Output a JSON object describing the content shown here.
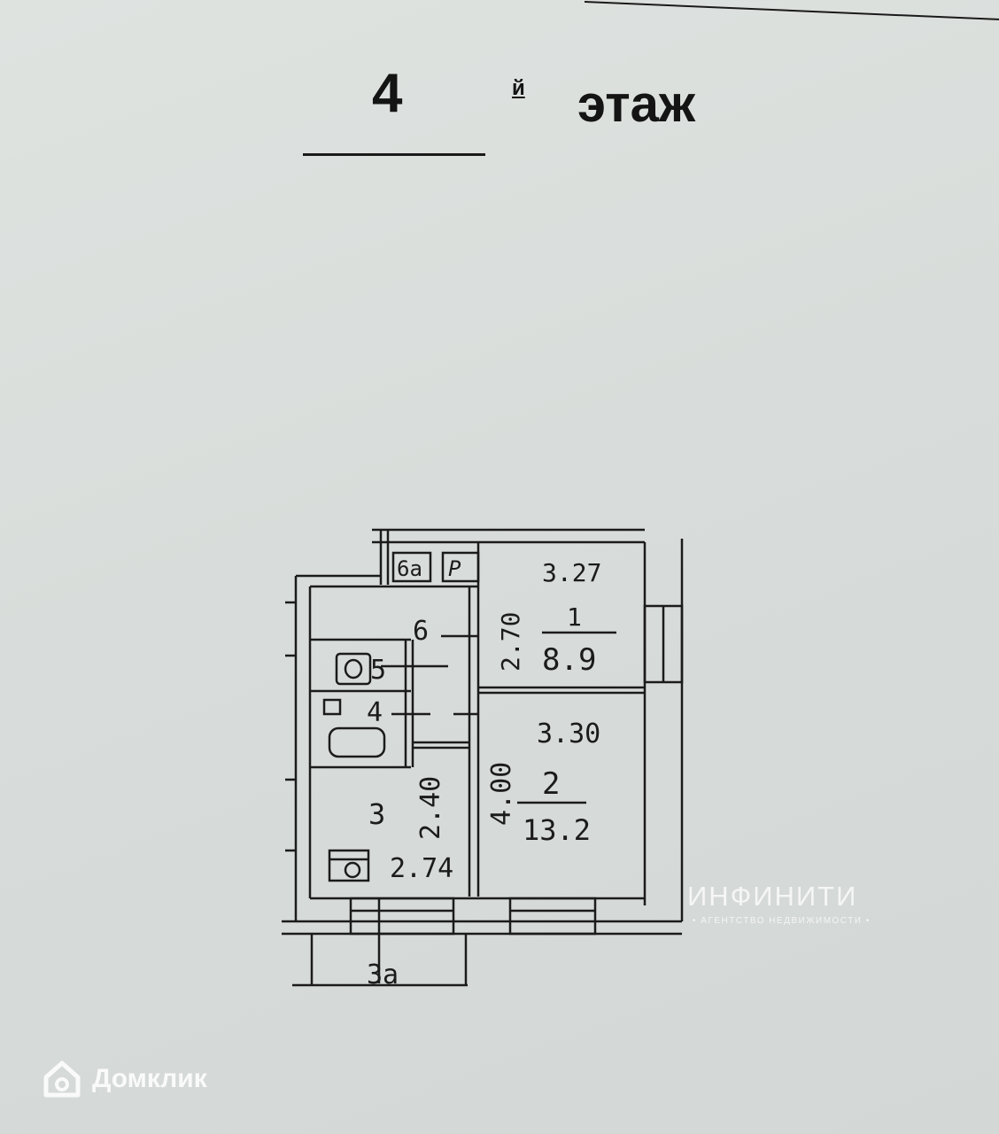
{
  "header": {
    "floor_number": "4",
    "floor_suffix": "й",
    "floor_word": "этаж"
  },
  "plan": {
    "labels": {
      "room1": "1",
      "room1_area": "8.9",
      "room1_dim_top": "3.27",
      "room1_dim_side": "2.70",
      "room2": "2",
      "room2_area": "13.2",
      "room2_dim_top": "3.30",
      "room2_dim_side": "4.00",
      "room3": "3",
      "room3_dim_side": "2.40",
      "room3_dim_bottom": "2.74",
      "room3a": "3а",
      "room4": "4",
      "room5": "5",
      "room6": "6",
      "room6a": "6а",
      "p_mark": "Р"
    }
  },
  "watermarks": {
    "agency_name": "ИНФИНИТИ",
    "agency_tagline": "• АГЕНТСТВО НЕДВИЖИМОСТИ •",
    "domclick": "Домклик"
  },
  "colors": {
    "paper": "#dadedc",
    "ink": "#1b1b1b",
    "watermark": "#ffffff"
  }
}
